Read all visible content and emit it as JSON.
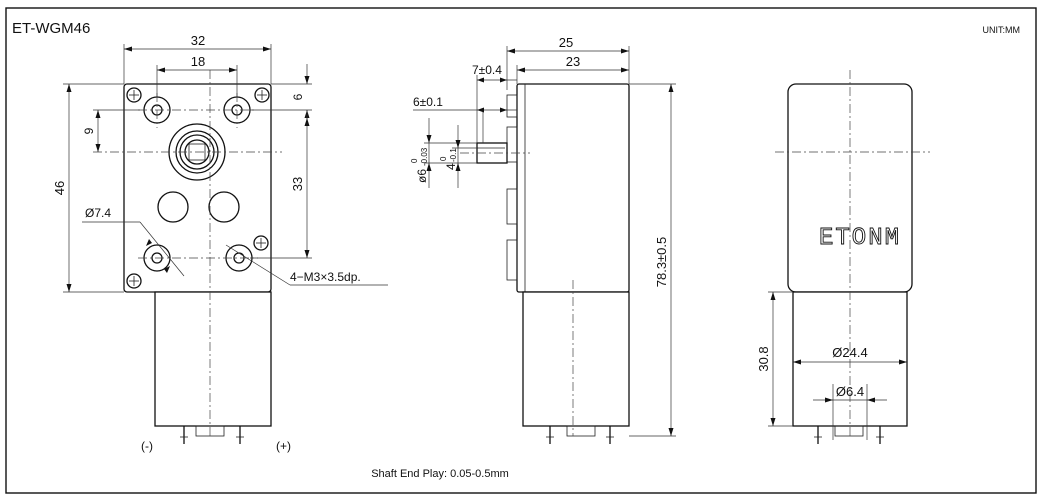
{
  "drawing": {
    "model": "ET-WGM46",
    "unit": "UNIT:MM",
    "note": "Shaft End Play: 0.05-0.5mm",
    "brand_mark": "ETONM"
  },
  "front_view": {
    "dim_width": "32",
    "dim_hole_spacing_x": "18",
    "dim_top_offset": "6",
    "dim_shaft_offset": "9",
    "dim_height": "46",
    "dim_hole_spacing_y": "33",
    "dim_boss": "Ø7.4",
    "dim_mount_holes": "4−M3×3.5dp.",
    "label_negative": "(-)",
    "label_positive": "(+)"
  },
  "side_view": {
    "dim_depth": "25",
    "dim_body": "23",
    "dim_shaft_len": "7±0.4",
    "dim_flat_len": "6±0.1",
    "dim_shaft_dia": "ø6",
    "dim_shaft_dia_tol_upper": "0",
    "dim_shaft_dia_tol_lower": "-0.03",
    "dim_flat_dia": "4",
    "dim_flat_tol_upper": "0",
    "dim_flat_tol_lower": "-0.1",
    "dim_total_length": "78.3±0.5"
  },
  "right_view": {
    "dim_motor_length": "30.8",
    "dim_motor_dia": "Ø24.4",
    "dim_boss_dia": "Ø6.4"
  }
}
